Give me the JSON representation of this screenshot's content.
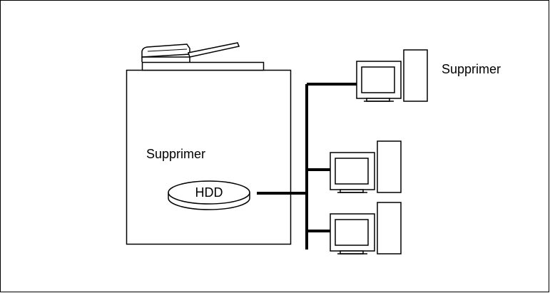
{
  "diagram": {
    "mfp_label": "Supprimer",
    "hdd_label": "HDD",
    "pc_label": "Supprimer",
    "colors": {
      "stroke": "#000000",
      "background": "#ffffff"
    }
  }
}
